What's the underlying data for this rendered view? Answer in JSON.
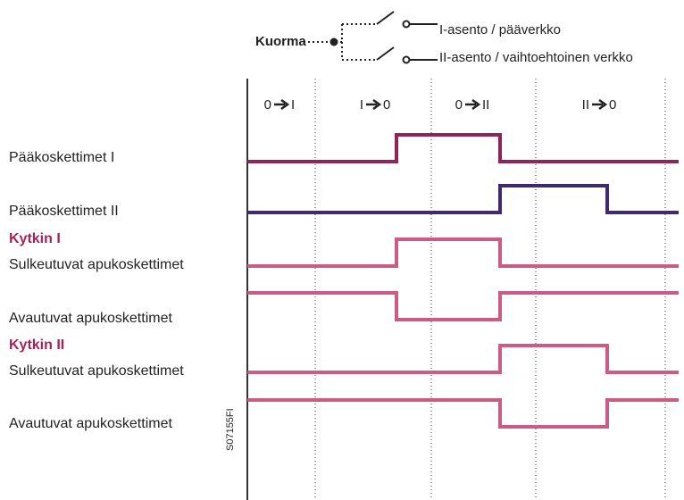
{
  "header": {
    "load_label": "Kuorma",
    "position_1_label": "I-asento / pääverkko",
    "position_2_label": "II-asento / vaihtoehtoinen verkko"
  },
  "phases": [
    {
      "from": "0",
      "to": "I"
    },
    {
      "from": "I",
      "to": "0"
    },
    {
      "from": "0",
      "to": "II"
    },
    {
      "from": "II",
      "to": "0"
    }
  ],
  "rows": [
    {
      "label": "Pääkoskettimet I",
      "levels": [
        0,
        1,
        0,
        0
      ],
      "color": "#8e2458"
    },
    {
      "label": "Pääkoskettimet II",
      "levels": [
        0,
        0,
        1,
        0
      ],
      "color": "#3f2a6e"
    },
    {
      "label": "Sulkeutuvat apukoskettimet",
      "levels": [
        0,
        1,
        0,
        0
      ],
      "color": "#cc5b86"
    },
    {
      "label": "Avautuvat apukoskettimet",
      "levels": [
        1,
        0,
        1,
        1
      ],
      "color": "#cc5b86"
    },
    {
      "label": "Sulkeutuvat apukoskettimet",
      "levels": [
        0,
        0,
        1,
        0
      ],
      "color": "#cc5b86"
    },
    {
      "label": "Avautuvat apukoskettimet",
      "levels": [
        1,
        1,
        0,
        1
      ],
      "color": "#cc5b86"
    }
  ],
  "groups": {
    "switch_1": "Kytkin I",
    "switch_2": "Kytkin II"
  },
  "colors": {
    "accent": "#a3245b",
    "text": "#222222",
    "grid": "#333333"
  },
  "drawing_code": "S07155FI"
}
